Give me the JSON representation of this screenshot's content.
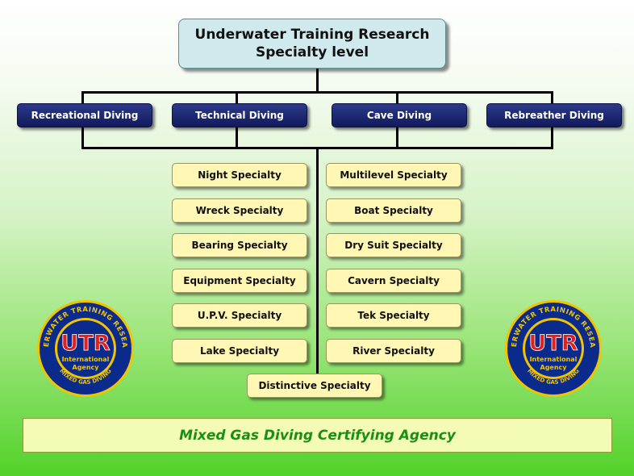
{
  "header": {
    "title_line1": "Underwater Training Research",
    "title_line2": "Specialty level"
  },
  "categories": [
    {
      "label": "Recreational Diving"
    },
    {
      "label": "Technical Diving"
    },
    {
      "label": "Cave Diving"
    },
    {
      "label": "Rebreather Diving"
    }
  ],
  "specialties_left": [
    {
      "label": "Night Specialty"
    },
    {
      "label": "Wreck Specialty"
    },
    {
      "label": "Bearing Specialty"
    },
    {
      "label": "Equipment Specialty"
    },
    {
      "label": "U.P.V. Specialty"
    },
    {
      "label": "Lake Specialty"
    }
  ],
  "specialties_right": [
    {
      "label": "Multilevel Specialty"
    },
    {
      "label": "Boat Specialty"
    },
    {
      "label": "Dry Suit Specialty"
    },
    {
      "label": "Cavern Specialty"
    },
    {
      "label": "Tek Specialty"
    },
    {
      "label": "River Specialty"
    }
  ],
  "specialty_bottom": {
    "label": "Distinctive Specialty"
  },
  "footer": {
    "text": "Mixed Gas Diving Certifying Agency"
  },
  "logo": {
    "ring_top": "UNDERWATER TRAINING RESEARCH",
    "ring_bottom": "MIXED GAS DIVING",
    "center": "UTR",
    "sub1": "International",
    "sub2": "Agency"
  },
  "colors": {
    "category_fill": "#1a2370",
    "specialty_fill": "#fff7b3",
    "title_fill": "#cfe9ec",
    "footer_text": "#1b8e16",
    "logo_ring": "#0a2a8c",
    "logo_accent": "#f2c400",
    "logo_red": "#e02020"
  }
}
